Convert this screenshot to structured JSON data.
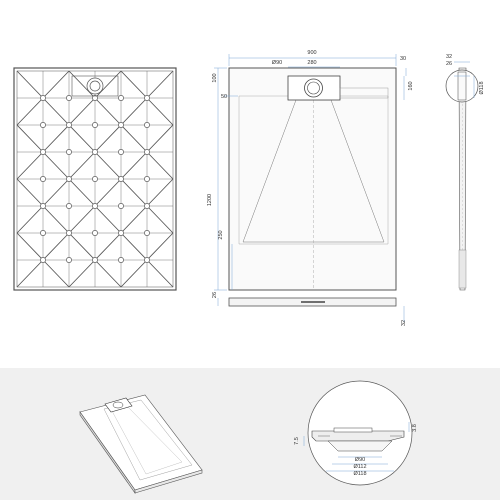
{
  "colors": {
    "background": "#ffffff",
    "bottom_band": "#f0f0f0",
    "line": "#555555",
    "dimension_blue": "#7aa6d6",
    "tray_fill": "#fafafa"
  },
  "top_view": {
    "width_label": "900",
    "drain_diameter_label": "Ø90",
    "drain_offset_label": "280",
    "top_margin_label": "30",
    "drain_depth_label": "160",
    "left_top_label": "100",
    "left_drain_label": "50",
    "length_label": "1200",
    "slope_label": "250",
    "edge_label": "26",
    "thickness_label": "32"
  },
  "side_view": {
    "top_label_1": "32",
    "top_label_2": "26",
    "diameter_label": "Ø118"
  },
  "detail_view": {
    "height_label": "3.8",
    "offset_label": "7.5",
    "diameter_inner_label": "Ø90",
    "diameter_mid_label": "Ø112",
    "diameter_outer_label": "Ø118"
  }
}
